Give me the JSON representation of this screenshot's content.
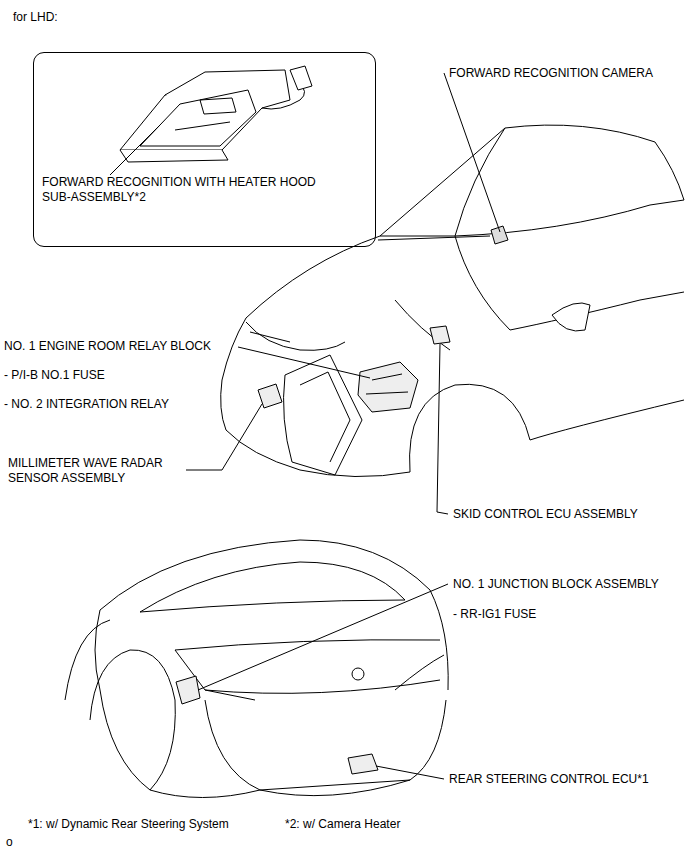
{
  "diagram": {
    "title": "for LHD:",
    "nodes": [
      {
        "text": [
          "FORWARD RECOGNITION WITH HEATER HOOD SUB-ASSEMBLY*2"
        ]
      }
    ],
    "labels": [
      "FORWARD RECOGNITION CAMERA",
      "NO. 1 ENGINE ROOM RELAY BLOCK",
      "- P/I-B NO.1 FUSE",
      "- NO. 2 INTEGRATION RELAY",
      "MILLIMETER WAVE RADAR SENSOR ASSEMBLY",
      "SKID CONTROL ECU ASSEMBLY",
      "NO. 1 JUNCTION BLOCK ASSEMBLY",
      "- RR-IG1 FUSE",
      "REAR STEERING CONTROL ECU*1",
      "*1: w/ Dynamic Rear Steering System",
      "*2: w/ Camera Heater",
      "o"
    ]
  }
}
